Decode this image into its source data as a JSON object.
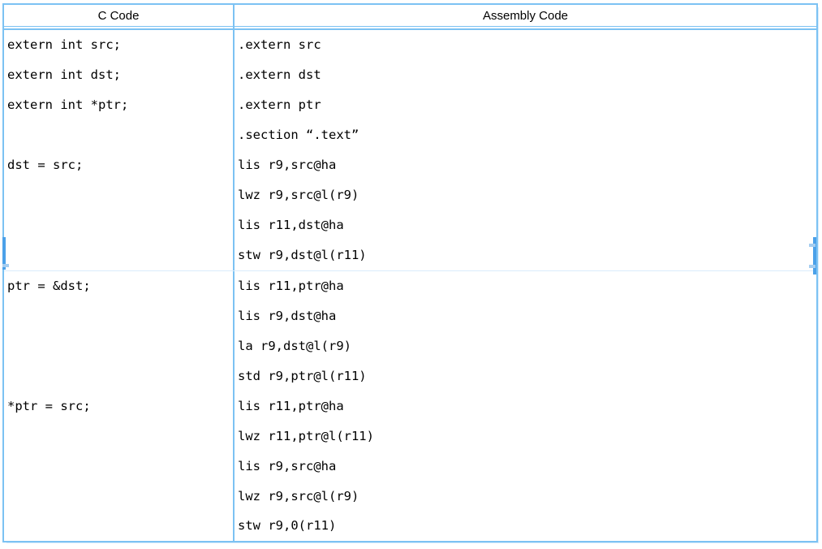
{
  "colors": {
    "border": "#7cc2f3",
    "border_light": "#d9ecfb",
    "marker": "#4ba1e9",
    "marker_light": "#a5cdf0",
    "text": "#000000"
  },
  "table": {
    "headers": [
      {
        "label": "C Code"
      },
      {
        "label": "Assembly Code"
      }
    ],
    "rows": [
      {
        "c": "extern int src;",
        "asm": ".extern src"
      },
      {
        "c": "extern int dst;",
        "asm": ".extern dst"
      },
      {
        "c": "extern int *ptr;",
        "asm": ".extern ptr"
      },
      {
        "c": "",
        "asm": ".section “.text”"
      },
      {
        "c": "dst = src;",
        "asm": "lis r9,src@ha"
      },
      {
        "c": "",
        "asm": "lwz r9,src@l(r9)"
      },
      {
        "c": "",
        "asm": "lis r11,dst@ha"
      },
      {
        "c": "",
        "asm": "stw r9,dst@l(r11)"
      },
      {
        "c": "ptr = &dst;",
        "asm": "lis r11,ptr@ha",
        "split_before": true
      },
      {
        "c": "",
        "asm": "lis r9,dst@ha"
      },
      {
        "c": "",
        "asm": "la r9,dst@l(r9)"
      },
      {
        "c": "",
        "asm": "std r9,ptr@l(r11)"
      },
      {
        "c": "*ptr = src;",
        "asm": "lis r11,ptr@ha"
      },
      {
        "c": "",
        "asm": "lwz r11,ptr@l(r11)"
      },
      {
        "c": "",
        "asm": "lis r9,src@ha"
      },
      {
        "c": "",
        "asm": "lwz r9,src@l(r9)"
      },
      {
        "c": "",
        "asm": "stw r9,0(r11)"
      }
    ]
  }
}
